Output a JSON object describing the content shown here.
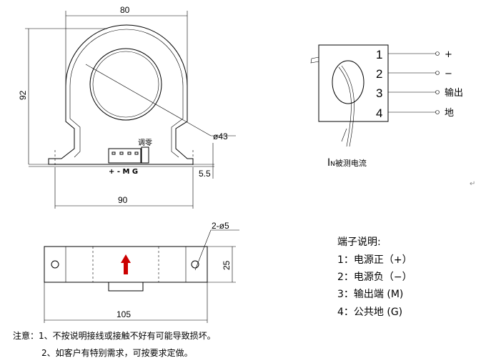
{
  "front_view": {
    "dim_width": "80",
    "dim_height": "92",
    "dim_hole": "ø43",
    "dim_base_width": "90",
    "dim_base_height": "5.5",
    "zero_adjust_label": "调零",
    "pin_labels": "+ - M G"
  },
  "wiring": {
    "pins": [
      "1",
      "2",
      "3",
      "4"
    ],
    "pin_signals": [
      "+",
      "−",
      "输出",
      "地"
    ],
    "current_label_prefix": "I",
    "current_label_sub": "N",
    "current_label": "被测电流"
  },
  "bottom_view": {
    "dim_length": "105",
    "dim_height": "25",
    "dim_holes": "2-ø5",
    "arrow_color": "#cc0000"
  },
  "terminals": {
    "title": "端子说明:",
    "items": [
      "1：电源正（+）",
      "2：电源负（−）",
      "3：输出端 (M)",
      "4：公共地 (G)"
    ]
  },
  "notes": {
    "line1": "注意：1、不按说明接线或接触不好有可能导致损坏。",
    "line2": "2、如客户有特别需求，可按要求定做。"
  }
}
